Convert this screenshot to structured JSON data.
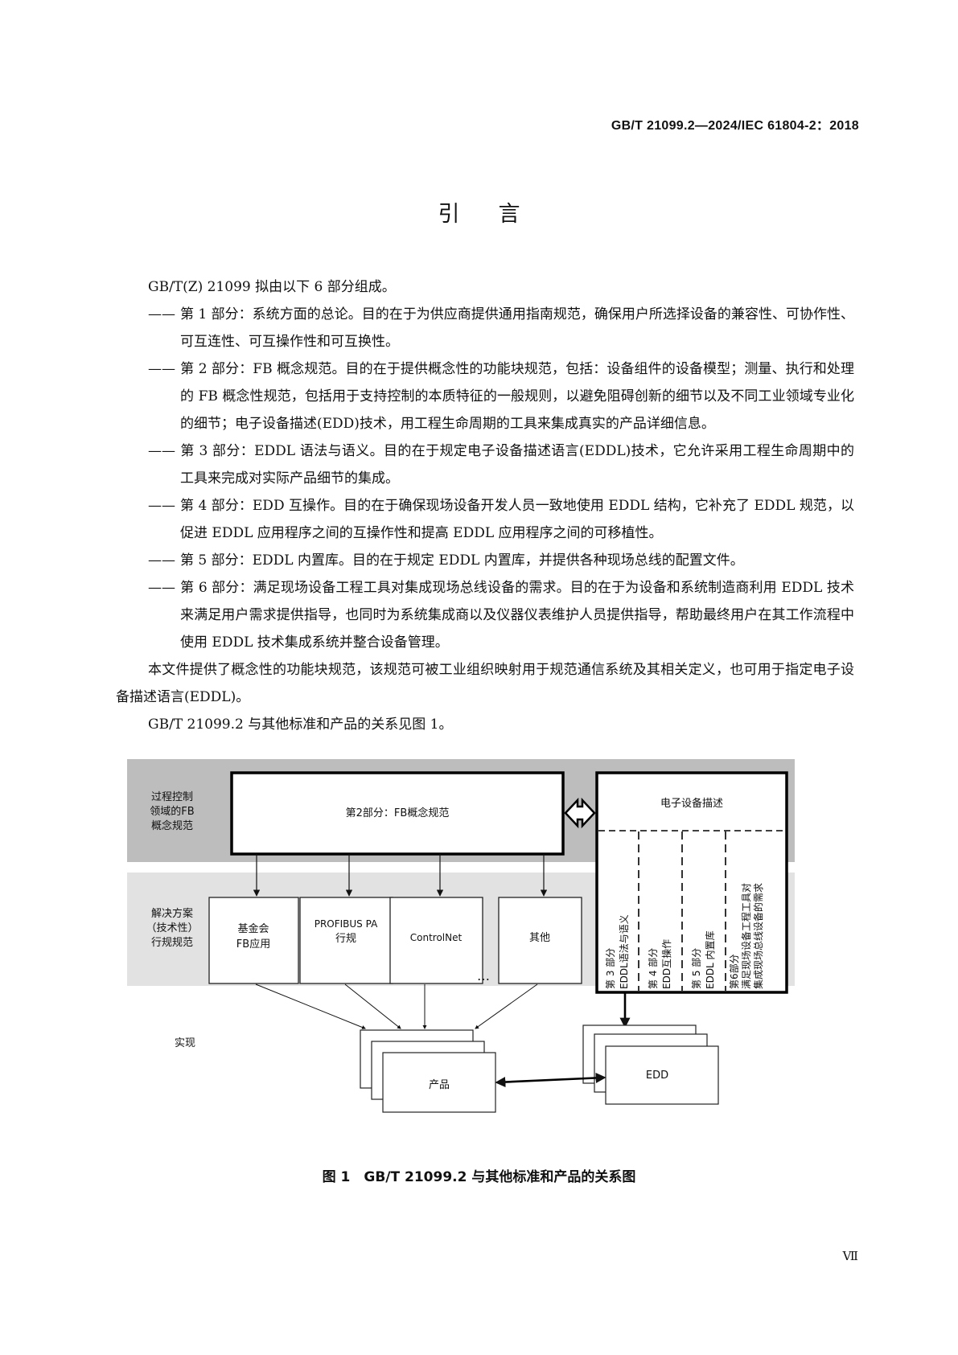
{
  "header": {
    "standard_number": "GB/T 21099.2—2024/IEC 61804-2：2018"
  },
  "title": "引言",
  "intro": "GB/T(Z) 21099 拟由以下 6 部分组成。",
  "parts": [
    {
      "dash": "——",
      "text": "第 1 部分：系统方面的总论。目的在于为供应商提供通用指南规范，确保用户所选择设备的兼容性、可协作性、可互连性、可互操作性和可互换性。"
    },
    {
      "dash": "——",
      "text": "第 2 部分：FB 概念规范。目的在于提供概念性的功能块规范，包括：设备组件的设备模型；测量、执行和处理的 FB 概念性规范，包括用于支持控制的本质特征的一般规则，以避免阻碍创新的细节以及不同工业领域专业化的细节；电子设备描述(EDD)技术，用工程生命周期的工具来集成真实的产品详细信息。"
    },
    {
      "dash": "——",
      "text": "第 3 部分：EDDL 语法与语义。目的在于规定电子设备描述语言(EDDL)技术，它允许采用工程生命周期中的工具来完成对实际产品细节的集成。"
    },
    {
      "dash": "——",
      "text": "第 4 部分：EDD 互操作。目的在于确保现场设备开发人员一致地使用 EDDL 结构，它补充了 EDDL 规范，以促进 EDDL 应用程序之间的互操作性和提高 EDDL 应用程序之间的可移植性。"
    },
    {
      "dash": "——",
      "text": "第 5 部分：EDDL 内置库。目的在于规定 EDDL 内置库，并提供各种现场总线的配置文件。"
    },
    {
      "dash": "——",
      "text": "第 6 部分：满足现场设备工程工具对集成现场总线设备的需求。目的在于为设备和系统制造商利用 EDDL 技术来满足用户需求提供指导，也同时为系统集成商以及仪器仪表维护人员提供指导，帮助最终用户在其工作流程中使用 EDDL 技术集成系统并整合设备管理。"
    }
  ],
  "para_scope": "本文件提供了概念性的功能块规范，该规范可被工业组织映射用于规范通信系统及其相关定义，也可用于指定电子设备描述语言(EDDL)。",
  "para_relation": "GB/T 21099.2 与其他标准和产品的关系见图 1。",
  "figure": {
    "row1_label": [
      "过程控制",
      "领域的FB",
      "概念规范"
    ],
    "part2_box": "第2部分：FB概念规范",
    "edd_box_title": "电子设备描述",
    "row2_label": [
      "解决方案",
      "（技术性）",
      "行规规范"
    ],
    "profiles": [
      {
        "lines": [
          "基金会",
          "FB应用"
        ]
      },
      {
        "lines": [
          "PROFIBUS PA",
          "行规"
        ]
      },
      {
        "lines": [
          "ControlNet"
        ]
      },
      {
        "lines": [
          "其他"
        ]
      }
    ],
    "ellipsis": "…",
    "edd_columns": [
      {
        "lines": [
          "第 3 部分",
          "EDDL语法与语义"
        ]
      },
      {
        "lines": [
          "第 4 部分",
          "EDD互操作"
        ]
      },
      {
        "lines": [
          "第 5 部分",
          "EDDL 内置库"
        ]
      },
      {
        "lines": [
          "第6部分",
          "满足现场设备工程工具对",
          "集成现场总线设备的需求"
        ]
      }
    ],
    "row3_label": "实现",
    "product_box": "产品",
    "edd_product_box": "EDD"
  },
  "figure_caption": "图 1　GB/T 21099.2 与其他标准和产品的关系图",
  "page_number": "Ⅶ"
}
